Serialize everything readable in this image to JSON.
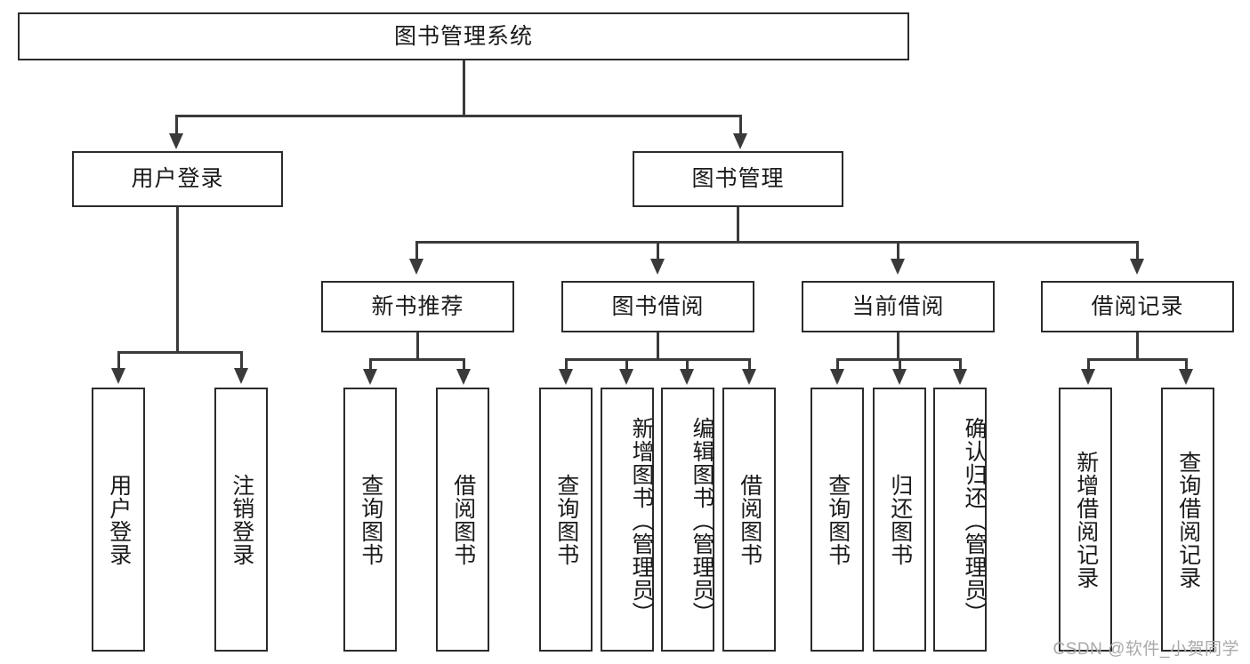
{
  "diagram": {
    "type": "tree-hierarchy",
    "title": "图书管理系统",
    "root": {
      "label": "图书管理系统"
    },
    "level1": [
      {
        "label": "用户登录"
      },
      {
        "label": "图书管理"
      }
    ],
    "level2": [
      {
        "label": "新书推荐"
      },
      {
        "label": "图书借阅"
      },
      {
        "label": "当前借阅"
      },
      {
        "label": "借阅记录"
      }
    ],
    "leaves": {
      "user_login": [
        {
          "label": "用户登录"
        },
        {
          "label": "注销登录"
        }
      ],
      "new_book_recommend": [
        {
          "label": "查询图书"
        },
        {
          "label": "借阅图书"
        }
      ],
      "book_borrow": [
        {
          "label": "查询图书"
        },
        {
          "label": "新增图书（管理员）"
        },
        {
          "label": "编辑图书（管理员）"
        },
        {
          "label": "借阅图书"
        }
      ],
      "current_borrow": [
        {
          "label": "查询图书"
        },
        {
          "label": "归还图书"
        },
        {
          "label": "确认归还（管理员）"
        }
      ],
      "borrow_record": [
        {
          "label": "新增借阅记录"
        },
        {
          "label": "查询借阅记录"
        }
      ]
    }
  },
  "watermark": {
    "text": "CSDN @软件_小贺同学"
  },
  "colors": {
    "box_border": "#2b2b2b",
    "line": "#3a3a3a",
    "background": "#ffffff",
    "text": "#1a1a1a",
    "watermark": "#a9a9a9"
  }
}
